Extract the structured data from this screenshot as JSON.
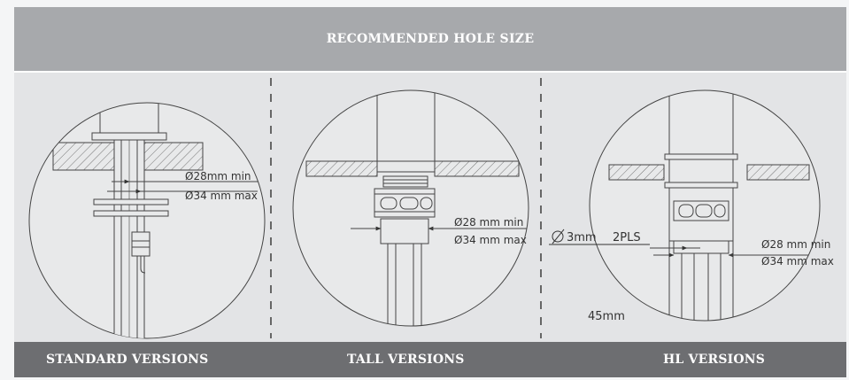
{
  "header": {
    "title": "RECOMMENDED HOLE SIZE"
  },
  "panels": {
    "standard": {
      "label": "STANDARD VERSIONS",
      "dim_min": "Ø28mm min",
      "dim_max": "Ø34 mm max"
    },
    "tall": {
      "label": "TALL VERSIONS",
      "dim_min": "Ø28 mm min",
      "dim_max": "Ø34 mm max"
    },
    "hl": {
      "label": "HL VERSIONS",
      "dim_min": "Ø28 mm min",
      "dim_max": "Ø34 mm max",
      "pin_dia": "3mm",
      "pin_qty": "2PLS",
      "spacing": "45mm"
    }
  },
  "colors": {
    "header_bg": "#a7a9ac",
    "footer_bg": "#6d6e71",
    "panel_bg": "#e3e4e6",
    "line": "#444444"
  }
}
